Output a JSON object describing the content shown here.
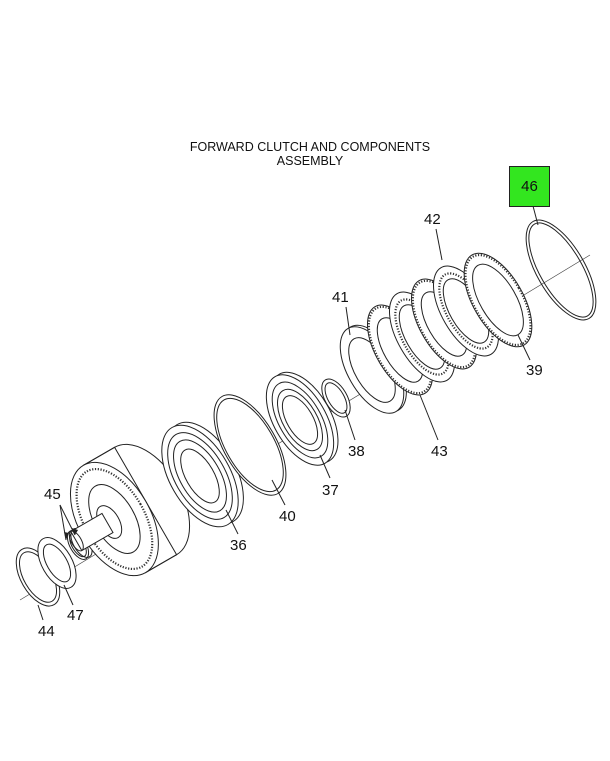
{
  "title": {
    "line1": "FORWARD CLUTCH AND COMPONENTS",
    "line2": "ASSEMBLY"
  },
  "highlighted_callout": "46",
  "highlight_color": "#33e61f",
  "callouts": {
    "c36": "36",
    "c37": "37",
    "c38": "38",
    "c39": "39",
    "c40": "40",
    "c41": "41",
    "c42": "42",
    "c43": "43",
    "c44": "44",
    "c45": "45",
    "c47": "47"
  }
}
